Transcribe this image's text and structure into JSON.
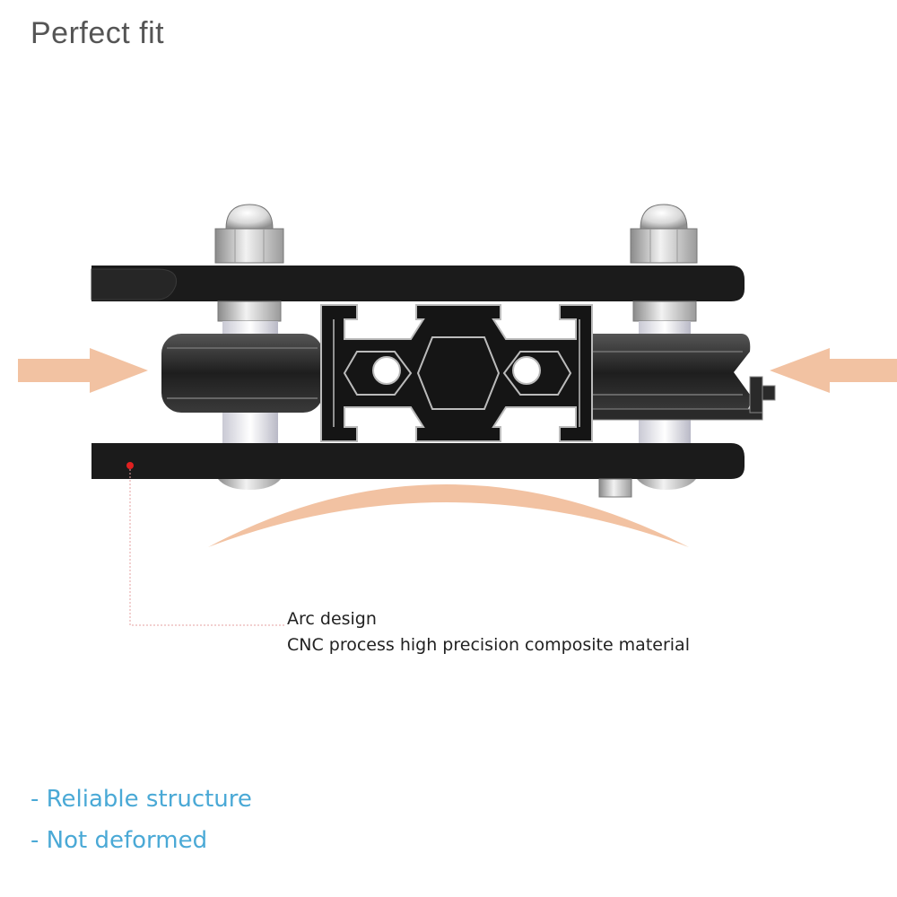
{
  "title": "Perfect fit",
  "callout": {
    "line1": "Arc design",
    "line2": "CNC process high precision composite material"
  },
  "features": [
    "- Reliable structure",
    "- Not deformed"
  ],
  "colors": {
    "title": "#555555",
    "features": "#4aa9d6",
    "arrow": "#f2c2a2",
    "arc": "#f2c2a2",
    "callout_dot": "#e02020",
    "plate": "#1b1b1b"
  }
}
